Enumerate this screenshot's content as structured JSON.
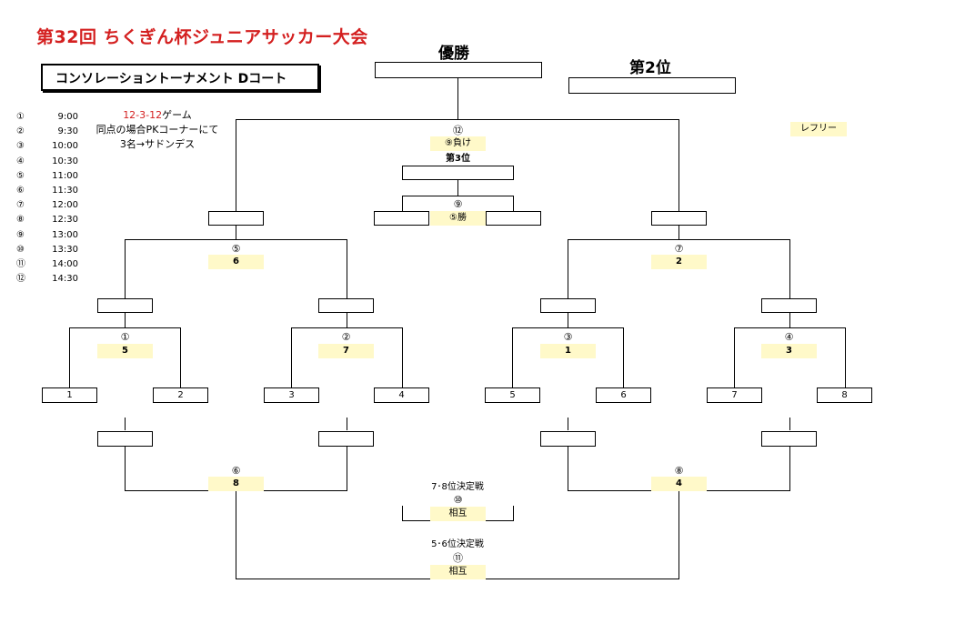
{
  "title": "第32回 ちくぎん杯ジュニアサッカー大会",
  "subtitle": "コンソレーショントーナメント Dコート",
  "champion_label": "優勝",
  "second_label": "第2位",
  "referee_label": "レフリー",
  "notes": {
    "line1_red": "12-3-12",
    "line1_black": "ゲーム",
    "line2": "同点の場合PKコーナーにて",
    "line3": "3名→サドンデス"
  },
  "schedule": [
    {
      "no": "①",
      "time": "9:00"
    },
    {
      "no": "②",
      "time": "9:30"
    },
    {
      "no": "③",
      "time": "10:00"
    },
    {
      "no": "④",
      "time": "10:30"
    },
    {
      "no": "⑤",
      "time": "11:00"
    },
    {
      "no": "⑥",
      "time": "11:30"
    },
    {
      "no": "⑦",
      "time": "12:00"
    },
    {
      "no": "⑧",
      "time": "12:30"
    },
    {
      "no": "⑨",
      "time": "13:00"
    },
    {
      "no": "⑩",
      "time": "13:30"
    },
    {
      "no": "⑪",
      "time": "14:00"
    },
    {
      "no": "⑫",
      "time": "14:30"
    }
  ],
  "teams": [
    "1",
    "2",
    "3",
    "4",
    "5",
    "6",
    "7",
    "8"
  ],
  "matches": {
    "m1": {
      "no": "①",
      "ref": "5"
    },
    "m2": {
      "no": "②",
      "ref": "7"
    },
    "m3": {
      "no": "③",
      "ref": "1"
    },
    "m4": {
      "no": "④",
      "ref": "3"
    },
    "m5": {
      "no": "⑤",
      "ref": "6"
    },
    "m7": {
      "no": "⑦",
      "ref": "2"
    },
    "m6": {
      "no": "⑥",
      "ref": "8"
    },
    "m8": {
      "no": "⑧",
      "ref": "4"
    },
    "m9": {
      "no": "⑨",
      "ref": "⑤勝"
    },
    "m12": {
      "no": "⑫",
      "ref": "⑨負け"
    },
    "m10": {
      "title": "7･8位決定戦",
      "no": "⑩",
      "ref": "相互"
    },
    "m11": {
      "title": "5･6位決定戦",
      "no": "⑪",
      "ref": "相互"
    }
  },
  "third_label": "第3位"
}
